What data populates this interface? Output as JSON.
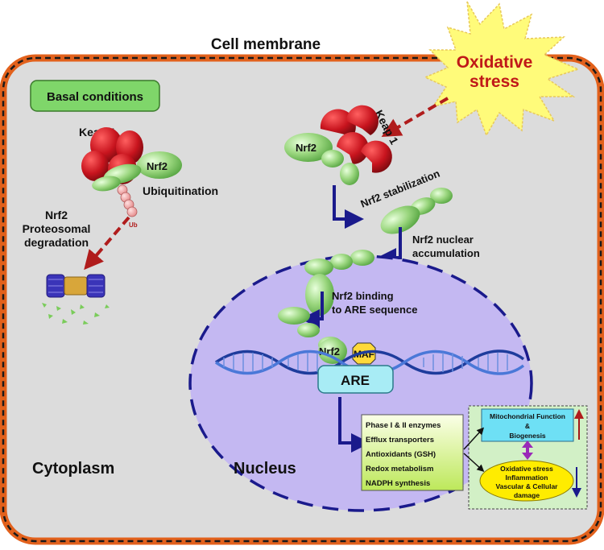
{
  "title": "Cell membrane",
  "stress": {
    "line1": "Oxidative",
    "line2": "stress"
  },
  "basal": "Basal conditions",
  "left": {
    "keap1": "Keap 1",
    "nrf2": "Nrf2",
    "ubiquitination": "Ubiquitination",
    "ub": "Ub",
    "degradation": [
      "Nrf2",
      "Proteosomal",
      "degradation"
    ]
  },
  "right": {
    "keap1": "Keap 1",
    "nrf2": "Nrf2",
    "stabilization": "Nrf2 stabilization",
    "accumulation": [
      "Nrf2 nuclear",
      "accumulation"
    ],
    "binding": [
      "Nrf2 binding",
      "to ARE sequence"
    ],
    "nrf2_bound": "Nrf2",
    "maf": "MAF",
    "are": "ARE"
  },
  "cytoplasm": "Cytoplasm",
  "nucleus": "Nucleus",
  "genes": [
    "Phase I & II enzymes",
    "Efflux transporters",
    "Antioxidants (GSH)",
    "Redox metabolism",
    "NADPH synthesis"
  ],
  "outcomes": {
    "mito": [
      "Mitochondrial Function",
      "&",
      "Biogenesis"
    ],
    "damage": [
      "Oxidative stress",
      "Inflammation",
      "Vascular & Cellular",
      "damage"
    ]
  },
  "colors": {
    "membrane": "#e2611c",
    "cell_fill": "#dcdcdc",
    "nucleus_fill": "#c4b8f2",
    "nucleus_border": "#1a1a8c",
    "keap": "#c8141e",
    "nrf2": "#9ad67e",
    "arrow_red": "#b01c1c",
    "arrow_blue": "#1a1a8c",
    "basal_box": "#7fd66a",
    "star": "#fffb7a",
    "stress_text": "#c01818",
    "mito_box": "#6ee0f5",
    "damage_ellipse": "#ffec00",
    "are_box": "#a8ecf5",
    "maf_box": "#ffd93a"
  }
}
